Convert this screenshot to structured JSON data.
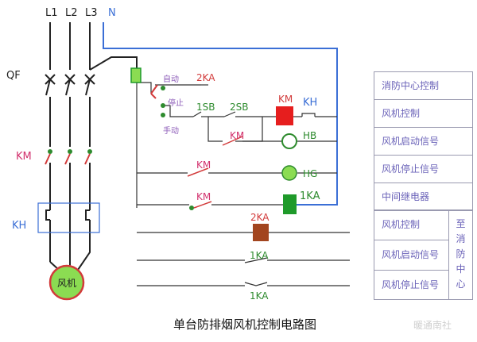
{
  "phases": [
    "L1",
    "L2",
    "L3"
  ],
  "neutral": "N",
  "components": {
    "breaker": "QF",
    "contactor_main": "KM",
    "thermal_relay": "KH",
    "motor": "风机",
    "mode_auto": "自动",
    "mode_stop": "停止",
    "mode_manual": "手动",
    "switch_1": "2KA",
    "button_start": "1SB",
    "button_stop": "2SB",
    "coil_km": "KM",
    "contact_kh": "KH",
    "contact_km_1": "KM",
    "contact_km_2": "KM",
    "contact_km_3": "KM",
    "lamp_hb": "HB",
    "lamp_hg": "HG",
    "relay_1ka": "1KA",
    "relay_2ka": "2KA",
    "contact_1ka_a": "1KA",
    "contact_1ka_b": "1KA"
  },
  "legend": {
    "items": [
      "消防中心控制",
      "风机控制",
      "风机启动信号",
      "风机停止信号",
      "中间继电器"
    ],
    "group_items": [
      "风机控制",
      "风机启动信号",
      "风机停止信号"
    ],
    "group_side": [
      "至",
      "消",
      "防",
      "中",
      "心"
    ]
  },
  "title": "单台防排烟风机控制电路图",
  "watermark": "暖通南社",
  "colors": {
    "wire": "#222222",
    "neutral_wire": "#3b6fd6",
    "red": "#d23a3a",
    "green": "#2e8b2e",
    "motor_fill": "#8bdc52",
    "coil_red": "#e61e1e",
    "coil_green": "#1f9a2a",
    "coil_brown": "#a2451f"
  }
}
